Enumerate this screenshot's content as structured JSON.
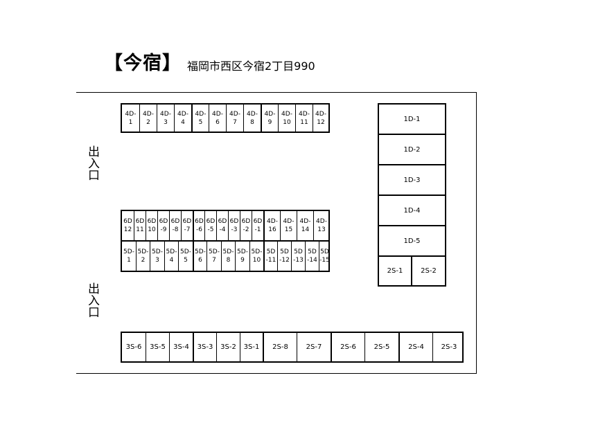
{
  "header": {
    "title": "【今宿】",
    "address": "福岡市西区今宿2丁目990"
  },
  "exits": [
    "出入口",
    "出入口"
  ],
  "top_row": [
    "4D-\n1",
    "4D-\n2",
    "4D-\n3",
    "4D-\n4",
    "4D-\n5",
    "4D-\n6",
    "4D-\n7",
    "4D-\n8",
    "4D-\n9",
    "4D-\n10",
    "4D-\n11",
    "4D-\n12"
  ],
  "mid_upper_row": [
    "6D\n12",
    "6D\n11",
    "6D\n10",
    "6D\n-9",
    "6D\n-8",
    "6D\n-7",
    "6D\n-6",
    "6D\n-5",
    "6D\n-4",
    "6D\n-3",
    "6D\n-2",
    "6D\n-1",
    "4D-\n16",
    "4D-\n15",
    "4D-\n14",
    "4D-\n13"
  ],
  "mid_lower_row": [
    "5D-\n1",
    "5D-\n2",
    "5D-\n3",
    "5D-\n4",
    "5D-\n5",
    "5D-\n6",
    "5D-\n7",
    "5D-\n8",
    "5D-\n9",
    "5D-\n10",
    "5D\n-11",
    "5D\n-12",
    "5D\n-13",
    "5D\n-14",
    "5D\n-15"
  ],
  "right_column": [
    "1D-1",
    "1D-2",
    "1D-3",
    "1D-4",
    "1D-5"
  ],
  "right_bottom": [
    "2S-1",
    "2S-2"
  ],
  "bottom_row": [
    "3S-6",
    "3S-5",
    "3S-4",
    "3S-3",
    "3S-2",
    "3S-1",
    "2S-8",
    "2S-7",
    "2S-6",
    "2S-5",
    "2S-4",
    "2S-3"
  ]
}
